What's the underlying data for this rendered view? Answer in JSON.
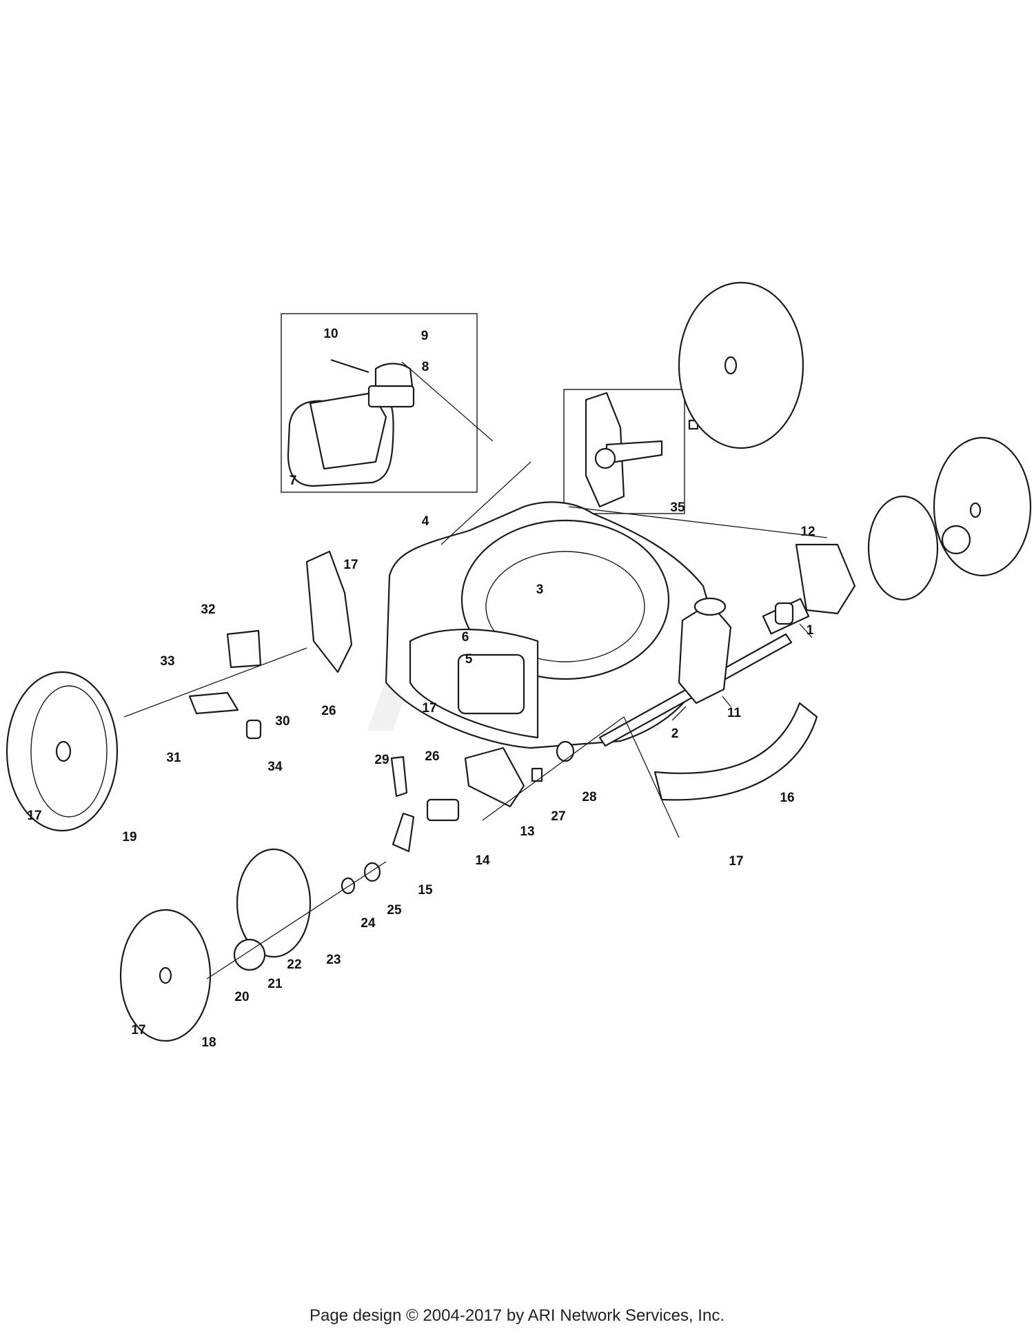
{
  "watermark": "ARI",
  "callouts": [
    {
      "id": "1",
      "label": "1"
    },
    {
      "id": "2",
      "label": "2"
    },
    {
      "id": "3",
      "label": "3"
    },
    {
      "id": "4",
      "label": "4"
    },
    {
      "id": "5",
      "label": "5"
    },
    {
      "id": "6",
      "label": "6"
    },
    {
      "id": "7",
      "label": "7"
    },
    {
      "id": "8",
      "label": "8"
    },
    {
      "id": "9",
      "label": "9"
    },
    {
      "id": "10",
      "label": "10"
    },
    {
      "id": "11",
      "label": "11"
    },
    {
      "id": "12",
      "label": "12"
    },
    {
      "id": "13",
      "label": "13"
    },
    {
      "id": "14",
      "label": "14"
    },
    {
      "id": "15",
      "label": "15"
    },
    {
      "id": "16",
      "label": "16"
    },
    {
      "id": "17a",
      "label": "17"
    },
    {
      "id": "17b",
      "label": "17"
    },
    {
      "id": "17c",
      "label": "17"
    },
    {
      "id": "17d",
      "label": "17"
    },
    {
      "id": "17e",
      "label": "17"
    },
    {
      "id": "18",
      "label": "18"
    },
    {
      "id": "19",
      "label": "19"
    },
    {
      "id": "20",
      "label": "20"
    },
    {
      "id": "21",
      "label": "21"
    },
    {
      "id": "22",
      "label": "22"
    },
    {
      "id": "23",
      "label": "23"
    },
    {
      "id": "24",
      "label": "24"
    },
    {
      "id": "25",
      "label": "25"
    },
    {
      "id": "26a",
      "label": "26"
    },
    {
      "id": "26b",
      "label": "26"
    },
    {
      "id": "27",
      "label": "27"
    },
    {
      "id": "28",
      "label": "28"
    },
    {
      "id": "29",
      "label": "29"
    },
    {
      "id": "30",
      "label": "30"
    },
    {
      "id": "31",
      "label": "31"
    },
    {
      "id": "32",
      "label": "32"
    },
    {
      "id": "33",
      "label": "33"
    },
    {
      "id": "34",
      "label": "34"
    },
    {
      "id": "35",
      "label": "35"
    }
  ],
  "footer": "Page design © 2004-2017 by ARI Network Services, Inc."
}
